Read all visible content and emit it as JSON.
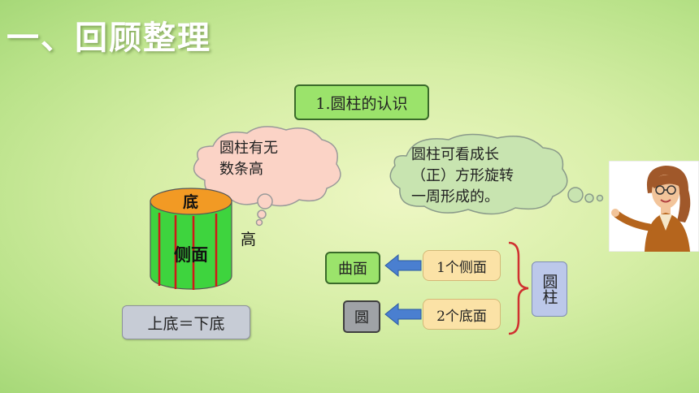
{
  "title": "一、回顾整理",
  "topic": "1.圆柱的认识",
  "cloud_left": {
    "line1": "圆柱有无",
    "line2": "数条高"
  },
  "cloud_right": {
    "line1": "圆柱可看成长",
    "line2": "（正）方形旋转",
    "line3": "一周形成的。"
  },
  "cylinder": {
    "top_label": "底",
    "side_label": "侧面",
    "height_label": "高"
  },
  "equation": "上底＝下底",
  "rows": [
    {
      "result": "曲面",
      "source": "1个侧面"
    },
    {
      "result": "圆",
      "source": "2个底面"
    }
  ],
  "summary": "圆柱",
  "colors": {
    "cylinder_green": "#3ed43e",
    "cylinder_top": "#f29a24",
    "cylinder_lines": "#d01818",
    "arrow_blue": "#4a7fd0",
    "brace_red": "#d03030"
  }
}
